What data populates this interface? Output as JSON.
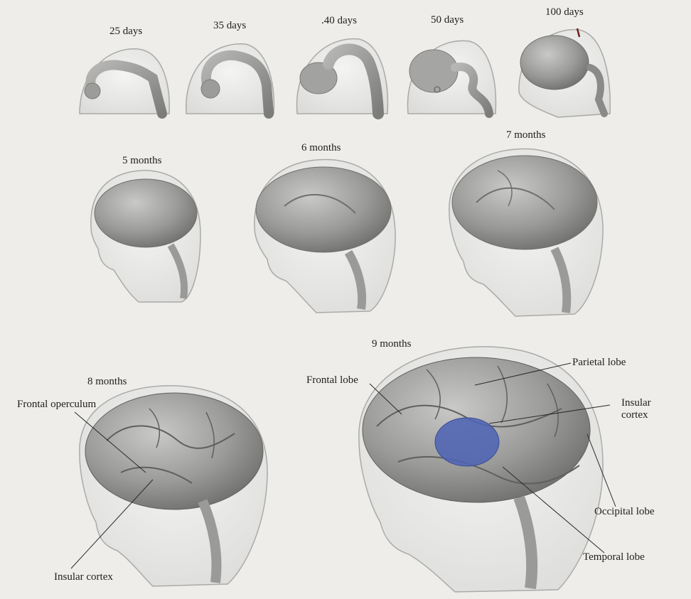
{
  "stages": [
    {
      "id": "d25",
      "label": "25 days"
    },
    {
      "id": "d35",
      "label": "35 days"
    },
    {
      "id": "d40",
      "label": ".40 days"
    },
    {
      "id": "d50",
      "label": "50 days"
    },
    {
      "id": "d100",
      "label": "100 days"
    },
    {
      "id": "m5",
      "label": "5 months"
    },
    {
      "id": "m6",
      "label": "6 months"
    },
    {
      "id": "m7",
      "label": "7 months"
    },
    {
      "id": "m8",
      "label": "8 months"
    },
    {
      "id": "m9",
      "label": "9 months"
    }
  ],
  "annotations": {
    "frontal_operculum": "Frontal operculum",
    "insular_cortex_8m": "Insular cortex",
    "frontal_lobe": "Frontal lobe",
    "parietal_lobe": "Parietal lobe",
    "insular_cortex_9m_line1": "Insular",
    "insular_cortex_9m_line2": "cortex",
    "occipital_lobe": "Occipital lobe",
    "temporal_lobe": "Temporal lobe"
  },
  "colors": {
    "background": "#eeedea",
    "brain": "#8d8d8d",
    "head_outline": "#b8b8b8",
    "insula_highlight": "#4f64b4"
  }
}
